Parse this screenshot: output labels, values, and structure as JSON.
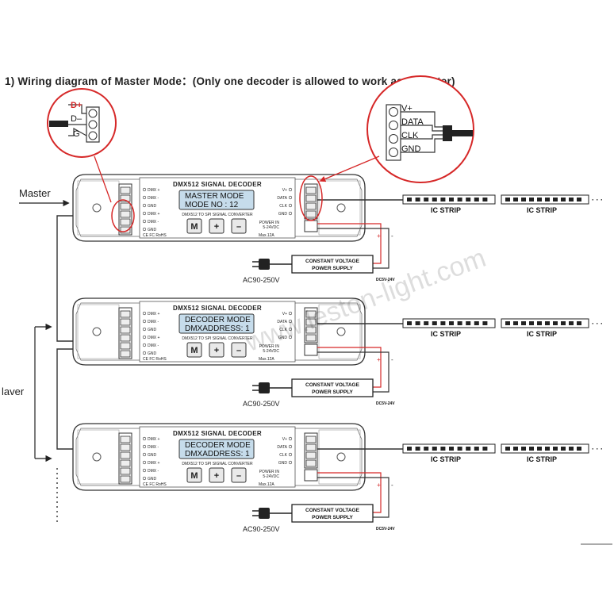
{
  "heading": "1) Wiring diagram of Master Mode：(Only one decoder is allowed to work as a master)",
  "labels": {
    "master": "Master",
    "slave": "laver"
  },
  "zoom_left": {
    "d_plus": "D+",
    "d_minus": "D–",
    "g": "G"
  },
  "zoom_right": {
    "v_plus": "V+",
    "data": "DATA",
    "clk": "CLK",
    "gnd": "GND"
  },
  "decoders": [
    {
      "title": "DMX512 SIGNAL DECODER",
      "lcd_line1": "MASTER  MODE",
      "lcd_line2": "MODE NO :  12"
    },
    {
      "title": "DMX512 SIGNAL DECODER",
      "lcd_line1": "DECODER  MODE",
      "lcd_line2": "DMXADDRESS: 1"
    },
    {
      "title": "DMX512 SIGNAL DECODER",
      "lcd_line1": "DECODER  MODE",
      "lcd_line2": "DMXADDRESS: 1"
    }
  ],
  "decoder_common": {
    "subtitle": "DMX512 TO SPI  SIGNAL CONVERTER",
    "left_pins": [
      "DMX +",
      "DMX -",
      "GND",
      "DMX +",
      "DMX -",
      "GND"
    ],
    "right_pins": [
      "V+",
      "DATA",
      "CLK",
      "GND"
    ],
    "power_in": "POWER IN",
    "voltage": "5-24VDC",
    "max": "Max.12A",
    "certs": "CE FC RoHS",
    "buttons": [
      "M",
      "+",
      "–"
    ]
  },
  "strip_label": "IC STRIP",
  "power_supply": {
    "line1": "CONSTANT VOLTAGE",
    "line2": "POWER SUPPLY",
    "dc": "DC5V-24V",
    "plus": "+",
    "minus": "-"
  },
  "ac_label": "AC90-250V",
  "ellipsis": "· · ·",
  "watermark": "www.leston-light.com",
  "colors": {
    "highlight": "#d62828",
    "wire": "#333333",
    "lcd": "#c6dceb",
    "body": "#ffffff"
  }
}
